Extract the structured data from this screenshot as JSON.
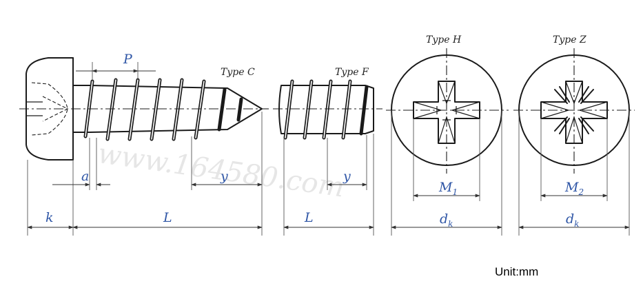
{
  "types": {
    "c": "Type C",
    "f": "Type F",
    "h": "Type H",
    "z": "Type Z"
  },
  "dims": {
    "p": "P",
    "a": "a",
    "y_c": "y",
    "y_f": "y",
    "k": "k",
    "l_c": "L",
    "l_f": "L",
    "m1": "M",
    "m1_sub": "1",
    "m2": "M",
    "m2_sub": "2",
    "dk_h": "d",
    "dk_h_sub": "k",
    "dk_z": "d",
    "dk_z_sub": "k"
  },
  "watermark": "www.164580.com",
  "unit": "Unit:mm"
}
